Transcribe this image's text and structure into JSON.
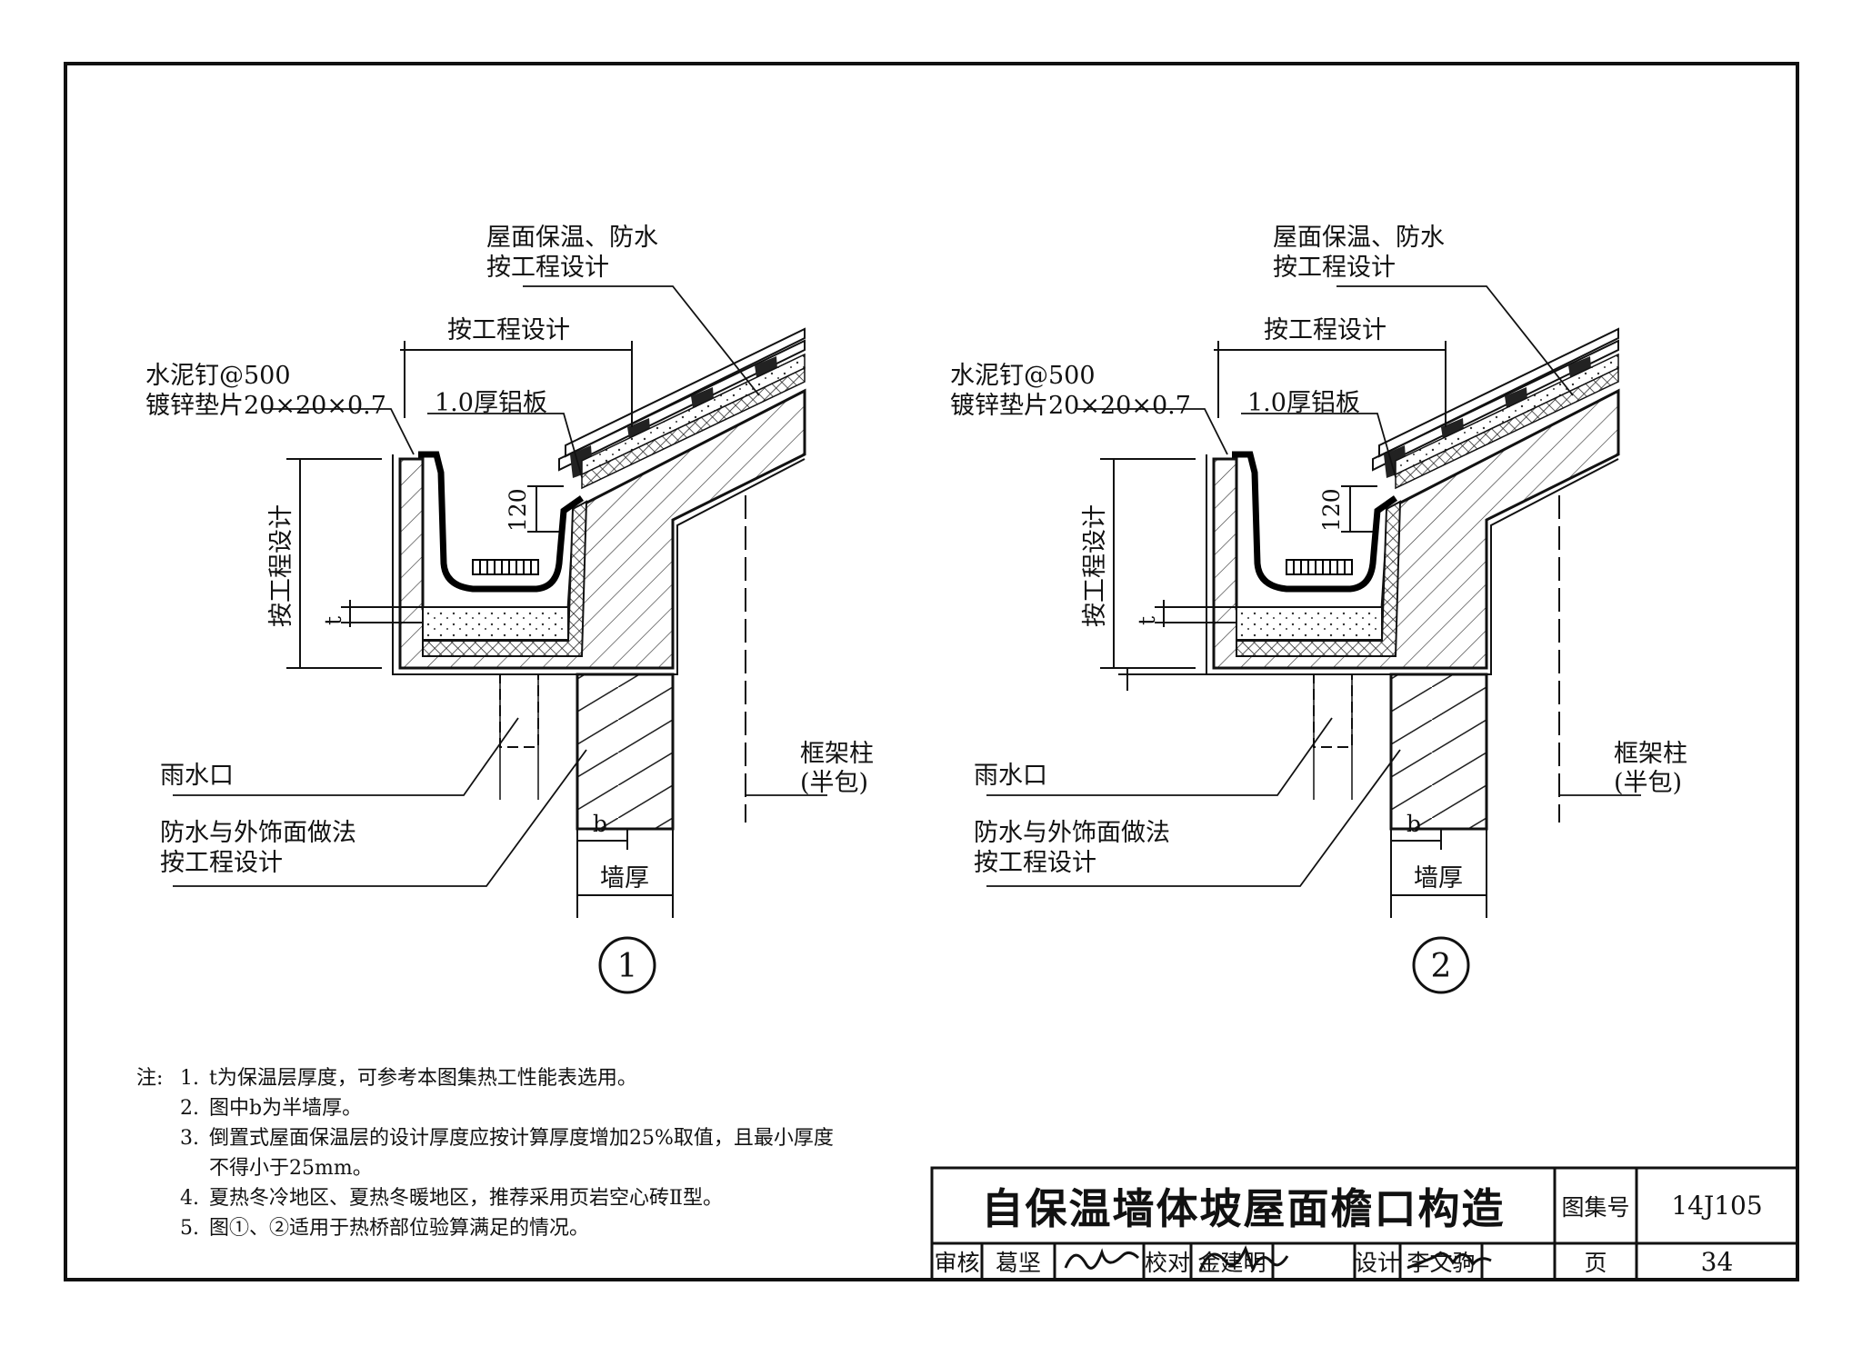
{
  "details": [
    {
      "id": "1",
      "labels": {
        "roof_insulation": [
          "屋面保温、防水",
          "按工程设计"
        ],
        "gutter_width": "按工程设计",
        "nail": [
          "水泥钉@500",
          "镀锌垫片20×20×0.7"
        ],
        "aluminum": "1.0厚铝板",
        "height": "按工程设计",
        "dim_120": "120",
        "dim_t": "t",
        "drain": "雨水口",
        "finish": [
          "防水与外饰面做法",
          "按工程设计"
        ],
        "column": [
          "框架柱",
          "(半包)"
        ],
        "dim_b": "b",
        "wall": "墙厚"
      }
    },
    {
      "id": "2",
      "labels": {
        "roof_insulation": [
          "屋面保温、防水",
          "按工程设计"
        ],
        "gutter_width": "按工程设计",
        "nail": [
          "水泥钉@500",
          "镀锌垫片20×20×0.7"
        ],
        "aluminum": "1.0厚铝板",
        "height": "按工程设计",
        "dim_120": "120",
        "dim_t": "t",
        "drain": "雨水口",
        "finish": [
          "防水与外饰面做法",
          "按工程设计"
        ],
        "column": [
          "框架柱",
          "(半包)"
        ],
        "dim_b": "b",
        "wall": "墙厚"
      }
    }
  ],
  "notes": {
    "prefix": "注:",
    "items": [
      {
        "num": "1.",
        "text": "t为保温层厚度，可参考本图集热工性能表选用。"
      },
      {
        "num": "2.",
        "text": "图中b为半墙厚。"
      },
      {
        "num": "3.",
        "text": "倒置式屋面保温层的设计厚度应按计算厚度增加25%取值，且最小厚度不得小于25mm。"
      },
      {
        "num": "4.",
        "text": "夏热冬冷地区、夏热冬暖地区，推荐采用页岩空心砖Ⅱ型。"
      },
      {
        "num": "5.",
        "text": "图①、②适用于热桥部位验算满足的情况。"
      }
    ]
  },
  "title_block": {
    "title": "自保温墙体坡屋面檐口构造",
    "atlas_label": "图集号",
    "atlas_code": "14J105",
    "review_label": "审核",
    "reviewer": "葛坚",
    "check_label": "校对",
    "checker": "金建明",
    "design_label": "设计",
    "designer": "李文驹",
    "page_label": "页",
    "page_no": "34"
  }
}
